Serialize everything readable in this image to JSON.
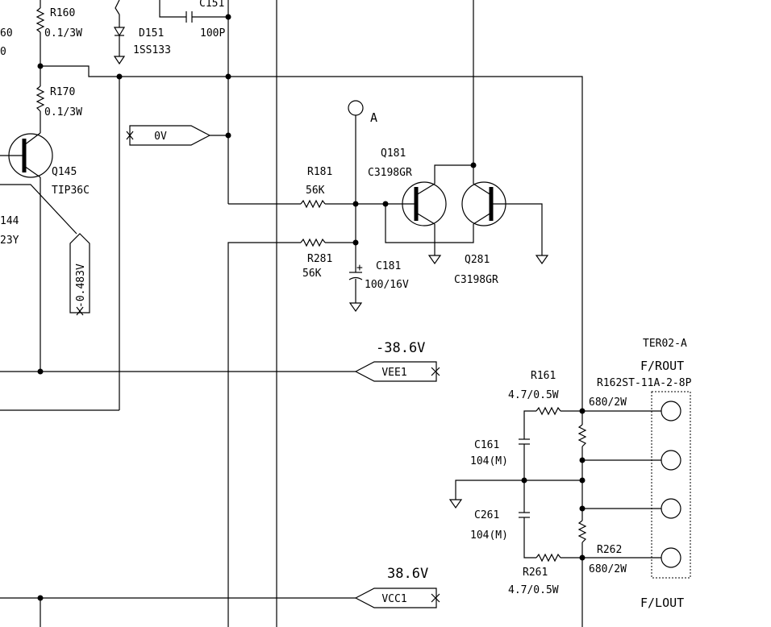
{
  "labels": {
    "r160_name": "R160",
    "r160_value": "0.1/3W",
    "left_frag_1": "60",
    "left_frag_2": "0",
    "c151_name": "C151",
    "c151_value": "100P",
    "d151_name": "D151",
    "d151_value": "1SS133",
    "r170_name": "R170",
    "r170_value": "0.1/3W",
    "port_0v": "0V",
    "q145_name": "Q145",
    "q145_type": "TIP36C",
    "left_frag_3": "144",
    "left_frag_4": "23Y",
    "voltage_probe": "-0.483V",
    "test_point_a": "A",
    "q181_name": "Q181",
    "q181_type": "C3198GR",
    "r181_name": "R181",
    "r181_value": "56K",
    "r281_name": "R281",
    "r281_value": "56K",
    "c181_name": "C181",
    "c181_value": "100/16V",
    "q281_name": "Q281",
    "q281_type": "C3198GR",
    "vee1_voltage": "-38.6V",
    "vee1_port": "VEE1",
    "vcc1_voltage": "38.6V",
    "vcc1_port": "VCC1",
    "ter_name": "TER02-A",
    "f_rout": "F/ROUT",
    "r162_label": "R162ST-11A-2-8P",
    "r162_value": "680/2W",
    "r161_name": "R161",
    "r161_value": "4.7/0.5W",
    "c161_name": "C161",
    "c161_value": "104(M)",
    "c261_name": "C261",
    "c261_value": "104(M)",
    "r262_name": "R262",
    "r262_value": "680/2W",
    "r261_name": "R261",
    "r261_value": "4.7/0.5W",
    "f_lout": "F/LOUT"
  }
}
